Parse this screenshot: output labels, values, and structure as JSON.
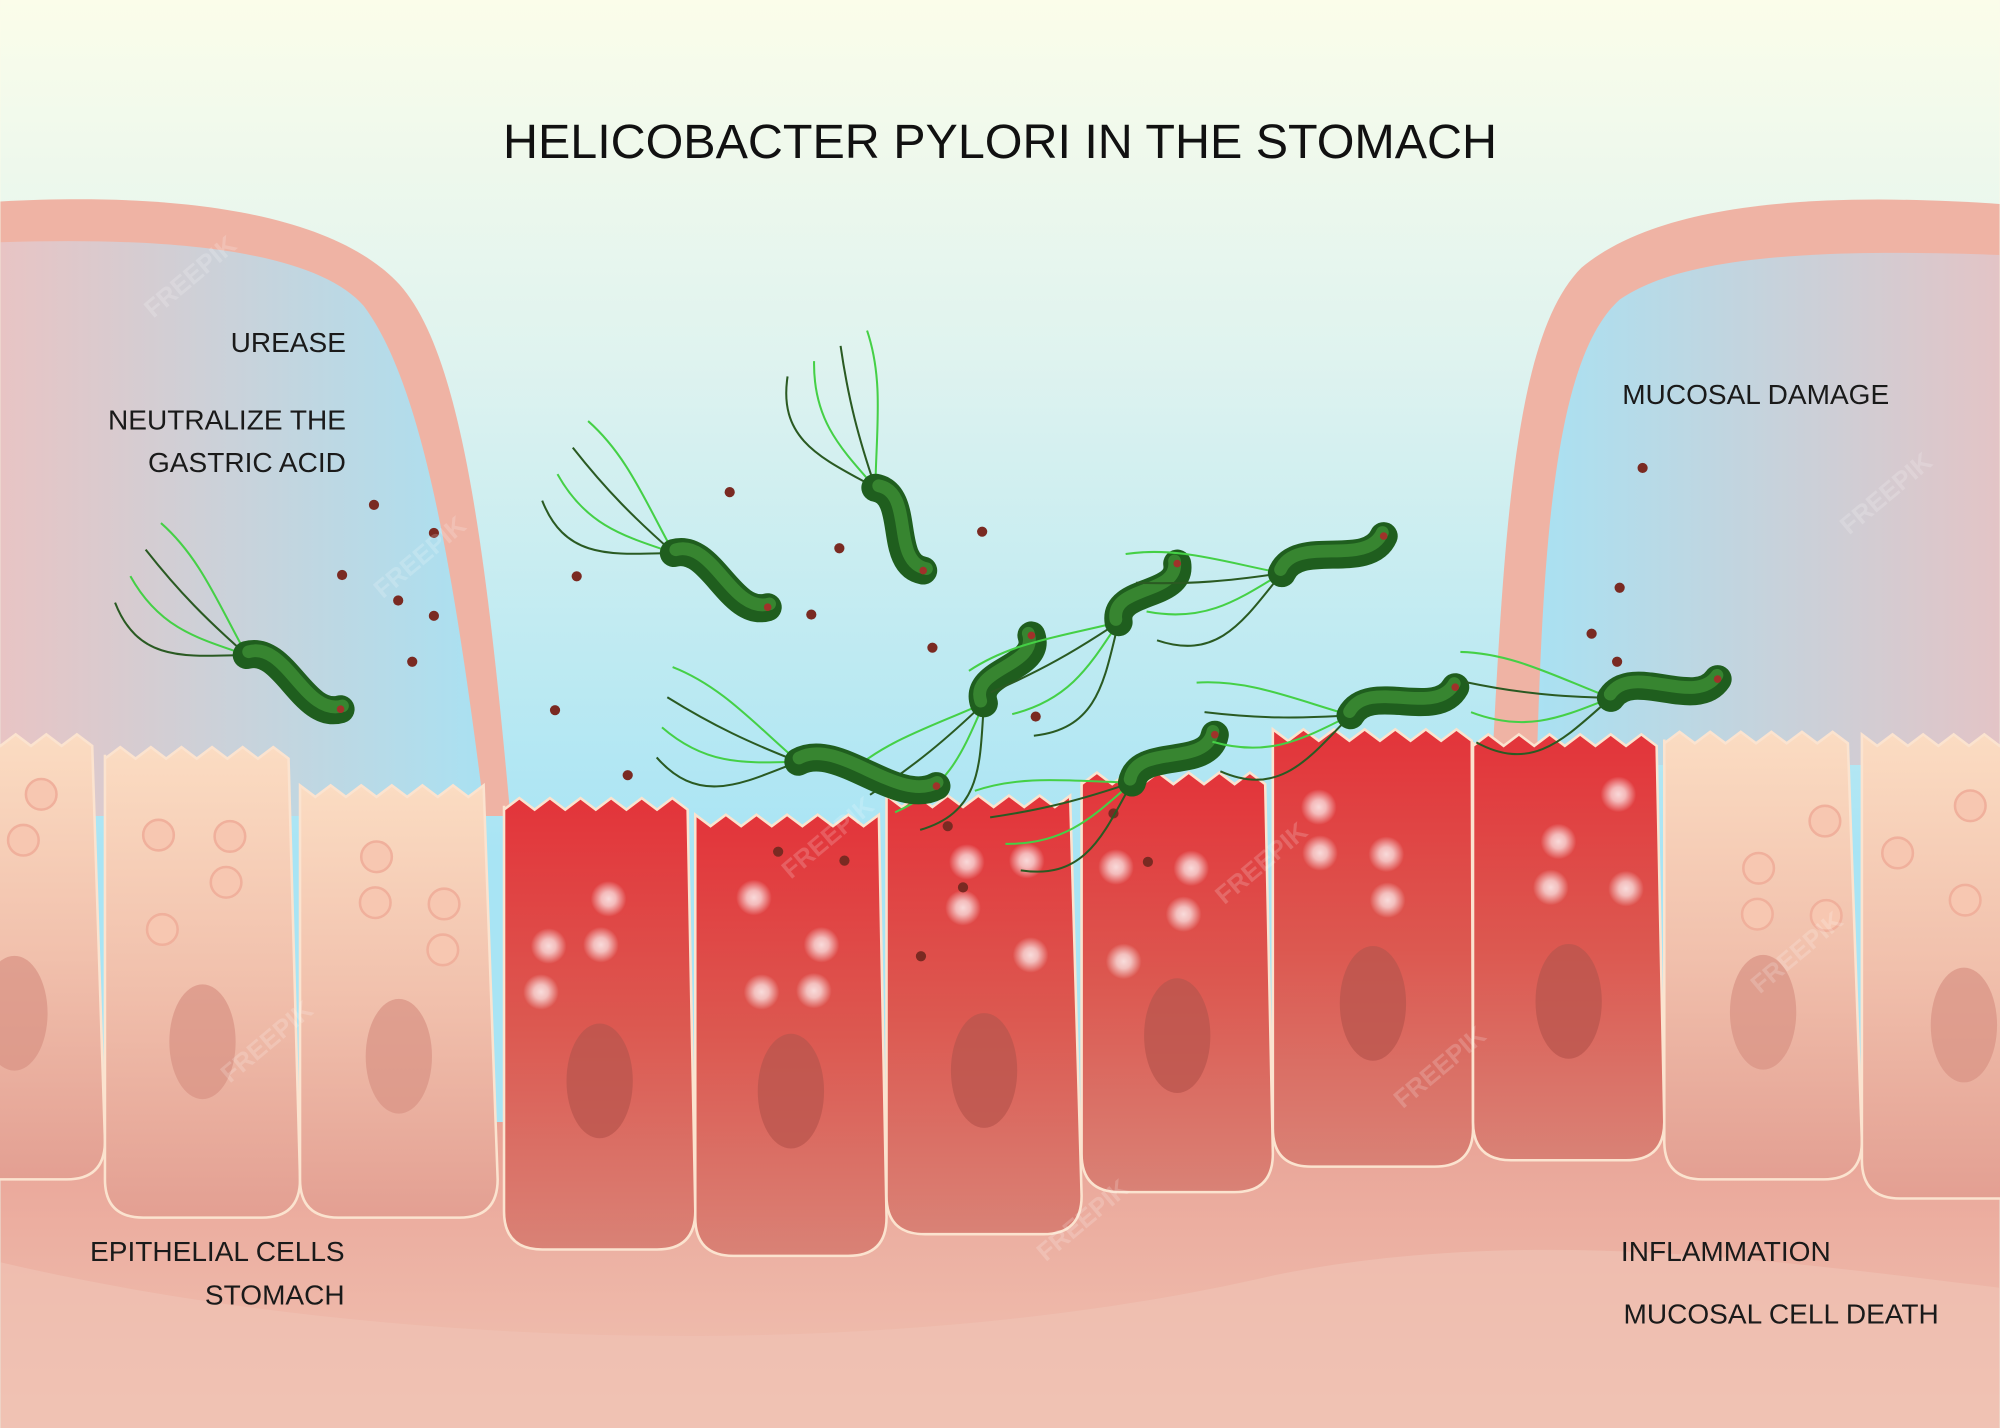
{
  "title": "HELICOBACTER PYLORI IN THE STOMACH",
  "labels": {
    "urease": "UREASE",
    "neutralize_line1": "NEUTRALIZE THE",
    "neutralize_line2": "GASTRIC ACID",
    "mucosal_damage": "MUCOSAL DAMAGE",
    "epithelial_line1": "EPITHELIAL CELLS",
    "epithelial_line2": "STOMACH",
    "inflammation": "INFLAMMATION",
    "cell_death": "MUCOSAL CELL DEATH"
  },
  "watermark": "FREEPIK",
  "colors": {
    "background": "#fbfbe9",
    "mucus_blue": "#a9e3f2",
    "mucosa_pink": "#eeb2a4",
    "healthy_cell": "#f6cfb6",
    "inflamed_cell": "#e0383a",
    "bacteria": "#2f7a2c",
    "flagella": "#39c43a"
  }
}
